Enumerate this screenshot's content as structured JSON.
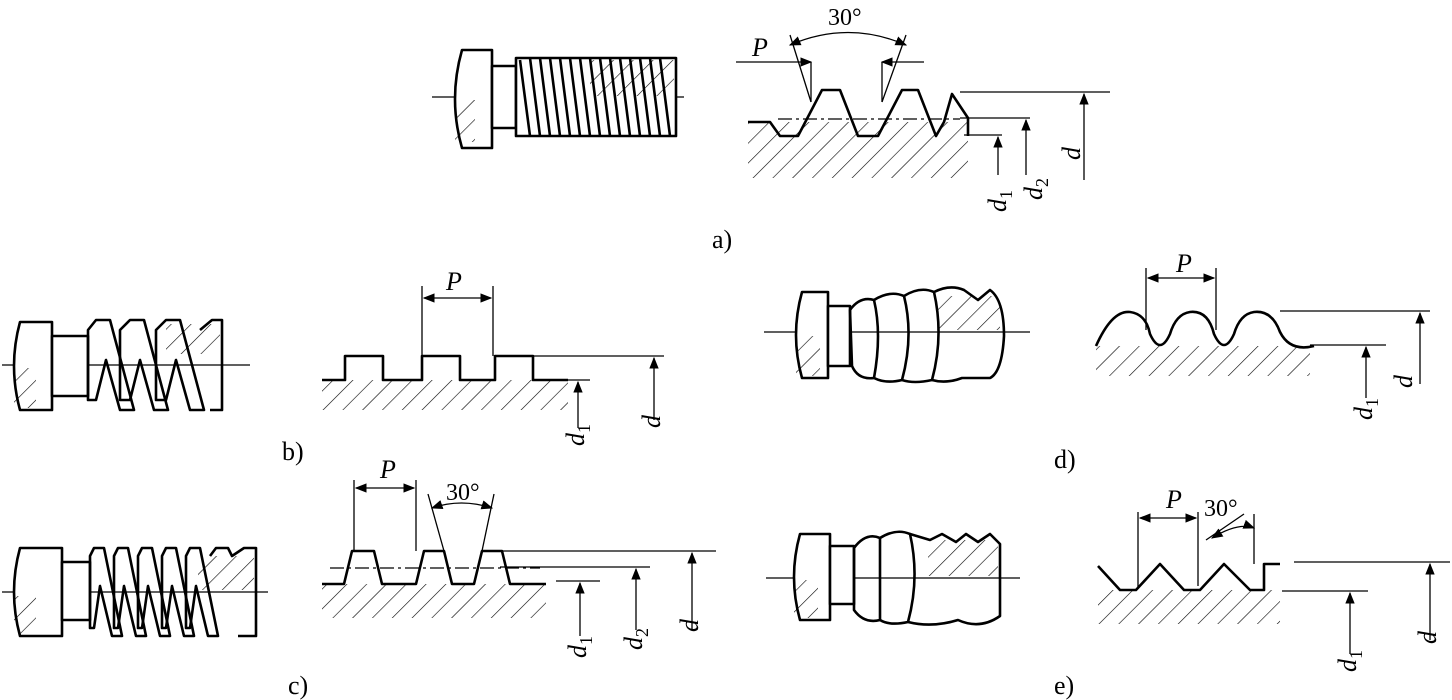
{
  "figure": {
    "labels": {
      "a": "a)",
      "b": "b)",
      "c": "c)",
      "d": "d)",
      "e": "e)"
    },
    "symbols": {
      "pitch": "P",
      "d": "d",
      "d1": "1",
      "d2": "2",
      "d_base": "d"
    },
    "angles": {
      "a": "30°",
      "c": "30°",
      "e": "30°"
    }
  }
}
